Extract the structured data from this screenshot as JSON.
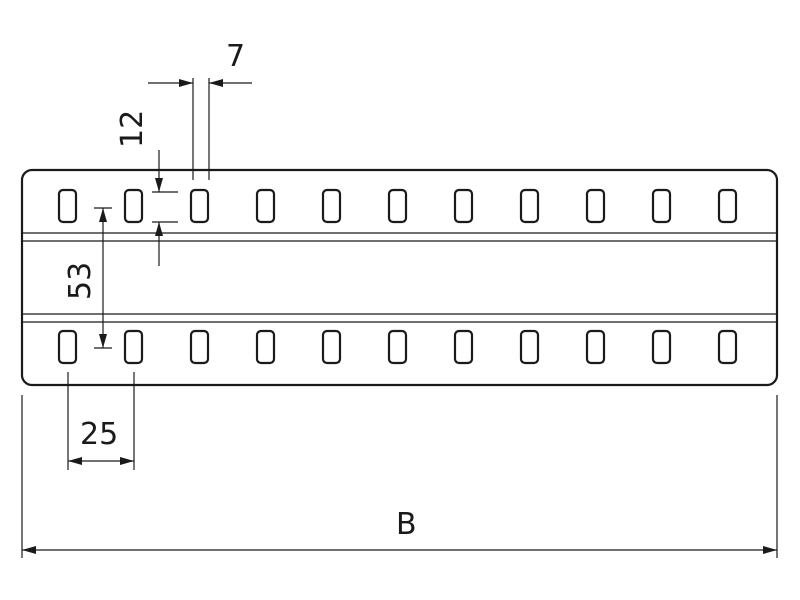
{
  "dimensions": {
    "slot_width": "7",
    "slot_height": "12",
    "row_spacing": "53",
    "slot_pitch": "25",
    "overall_width": "B"
  },
  "slots": {
    "per_row": 11,
    "rows": 2
  },
  "colors": {
    "line": "#1a1a1a",
    "background": "#ffffff"
  }
}
